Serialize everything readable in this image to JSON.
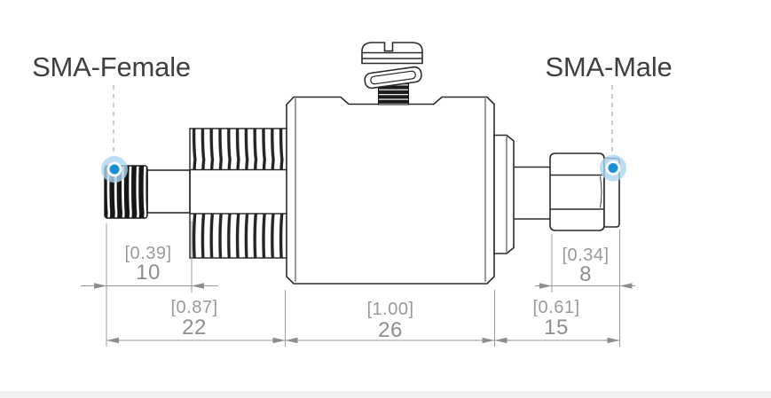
{
  "labels": {
    "left": "SMA-Female",
    "right": "SMA-Male"
  },
  "dimensions": {
    "female_interface": {
      "inches": "[0.39]",
      "mm": "10"
    },
    "female_thread": {
      "inches": "[0.87]",
      "mm": "22"
    },
    "body": {
      "inches": "[1.00]",
      "mm": "26"
    },
    "male_nut": {
      "inches": "[0.34]",
      "mm": "8"
    },
    "male_side": {
      "inches": "[0.61]",
      "mm": "15"
    }
  },
  "markers": {
    "dot_color": "#1a8fd8",
    "halo_color": "#abd4ef"
  },
  "style": {
    "outline_color": "#2b2b2b",
    "dimension_color": "#97979b",
    "label_color": "#3c4045",
    "footer_bar_color": "#f3f3f4"
  }
}
